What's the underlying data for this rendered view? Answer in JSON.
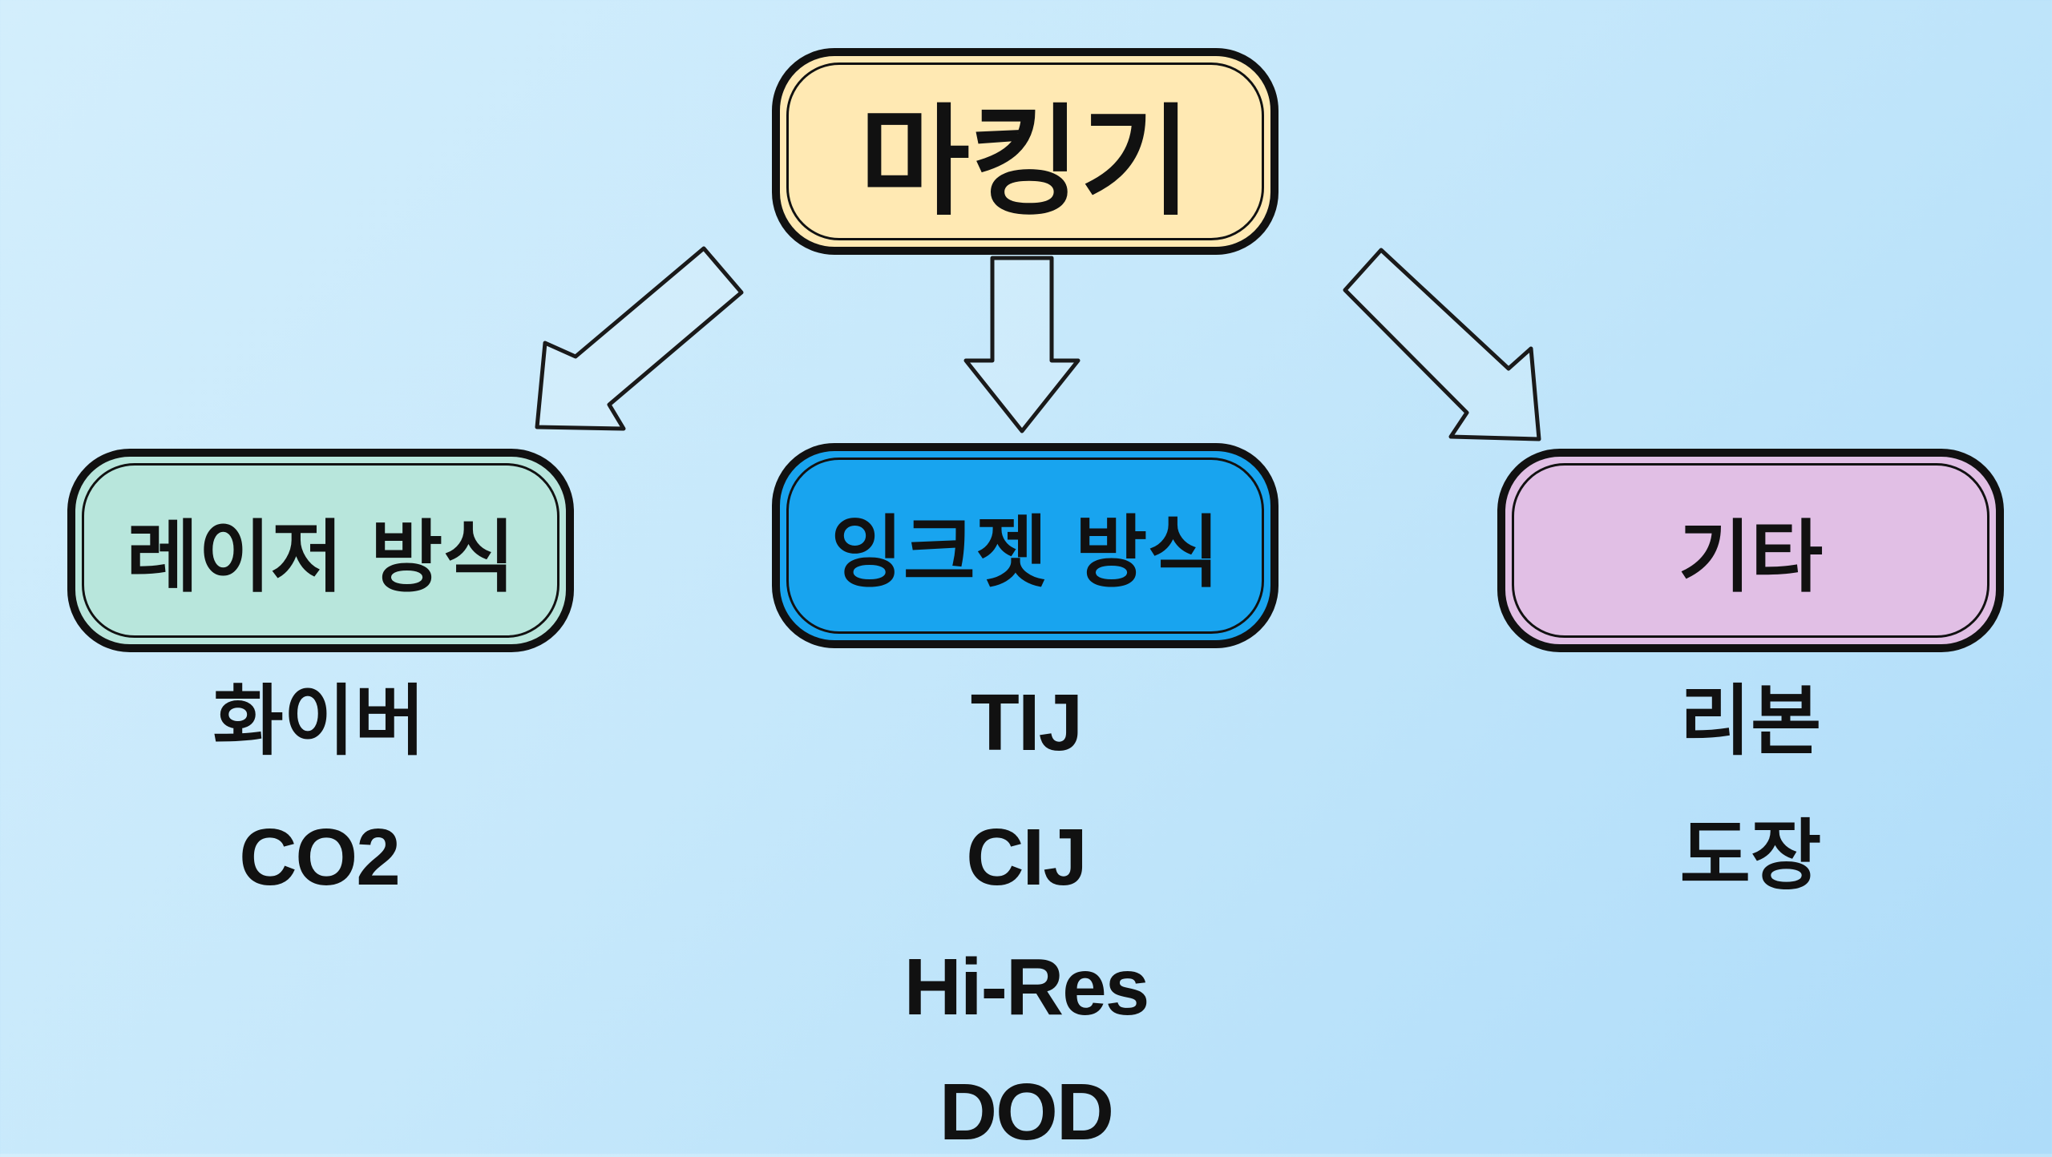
{
  "root": {
    "label": "마킹기",
    "color": "#ffe9b3"
  },
  "branches": [
    {
      "label": "레이저 방식",
      "color": "#b8e6dc",
      "items": [
        "화이버",
        "CO2"
      ]
    },
    {
      "label": "잉크젯 방식",
      "color": "#18a4ef",
      "items": [
        "TIJ",
        "CIJ",
        "Hi-Res",
        "DOD"
      ]
    },
    {
      "label": "기타",
      "color": "#e1bfe5",
      "items": [
        "리본",
        "도장"
      ]
    }
  ]
}
